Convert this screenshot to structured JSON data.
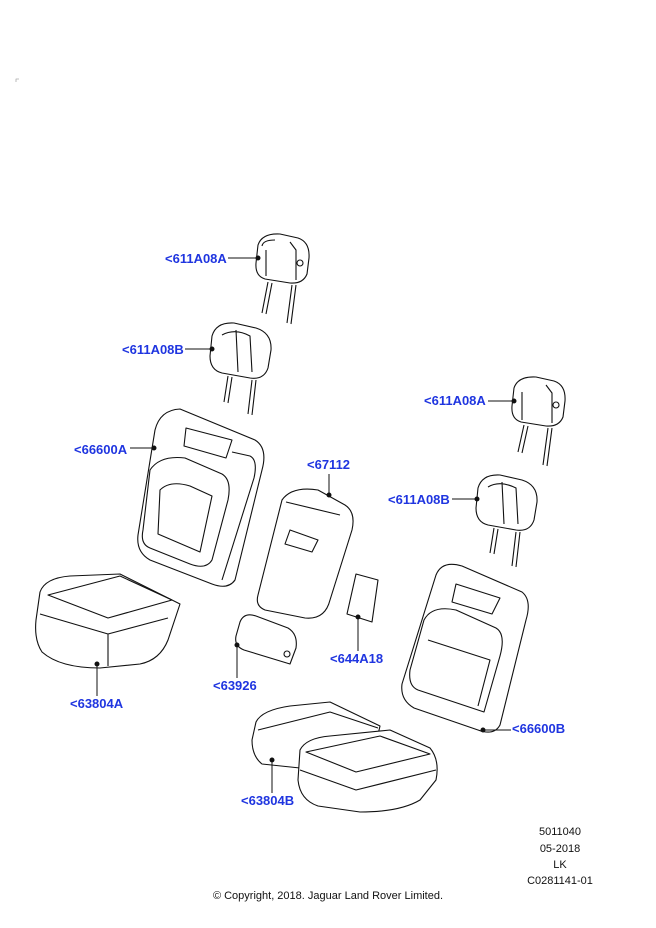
{
  "callouts": {
    "headrest_upper_left": "<611A08A",
    "headrest_lower_left": "<611A08B",
    "backrest_left": "<66600A",
    "armrest": "<67112",
    "headrest_upper_right": "<611A08A",
    "headrest_lower_right": "<611A08B",
    "cushion_left": "<63804A",
    "armrest_cover": "<63926",
    "panel": "<644A18",
    "backrest_right": "<66600B",
    "cushion_right": "<63804B"
  },
  "meta": {
    "ref": "5011040",
    "date": "05-2018",
    "code": "LK",
    "illustration": "C0281141-01"
  },
  "copyright": "© Copyright, 2018. Jaguar Land Rover Limited.",
  "colors": {
    "callout": "#1f35e0",
    "line": "#111111"
  }
}
